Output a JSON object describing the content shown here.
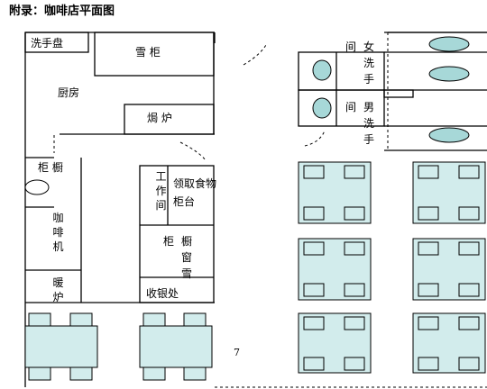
{
  "title": "附录：咖啡店平面图",
  "rooms": {
    "wash_basin": "洗手盘",
    "fridge": "雪 柜",
    "kitchen": "厨房",
    "oven": "焗 炉",
    "cabinet": "柜 橱",
    "coffee_machine": "咖啡机",
    "warmer": "暖炉",
    "worker_room": "工作间",
    "food_counter_1": "领取食物",
    "food_counter_2": "柜台",
    "display_cabinet_1": "柜",
    "display_cabinet_2": "橱",
    "display_cabinet_3": "窗",
    "display_cabinet_4": "雪",
    "cashier": "收银处",
    "women_room": "间",
    "women_label_1": "女",
    "women_label_2": "洗",
    "women_label_3": "手",
    "men_room": "间",
    "men_label_1": "男",
    "men_label_2": "洗",
    "men_label_3": "手"
  },
  "annotation": "7"
}
